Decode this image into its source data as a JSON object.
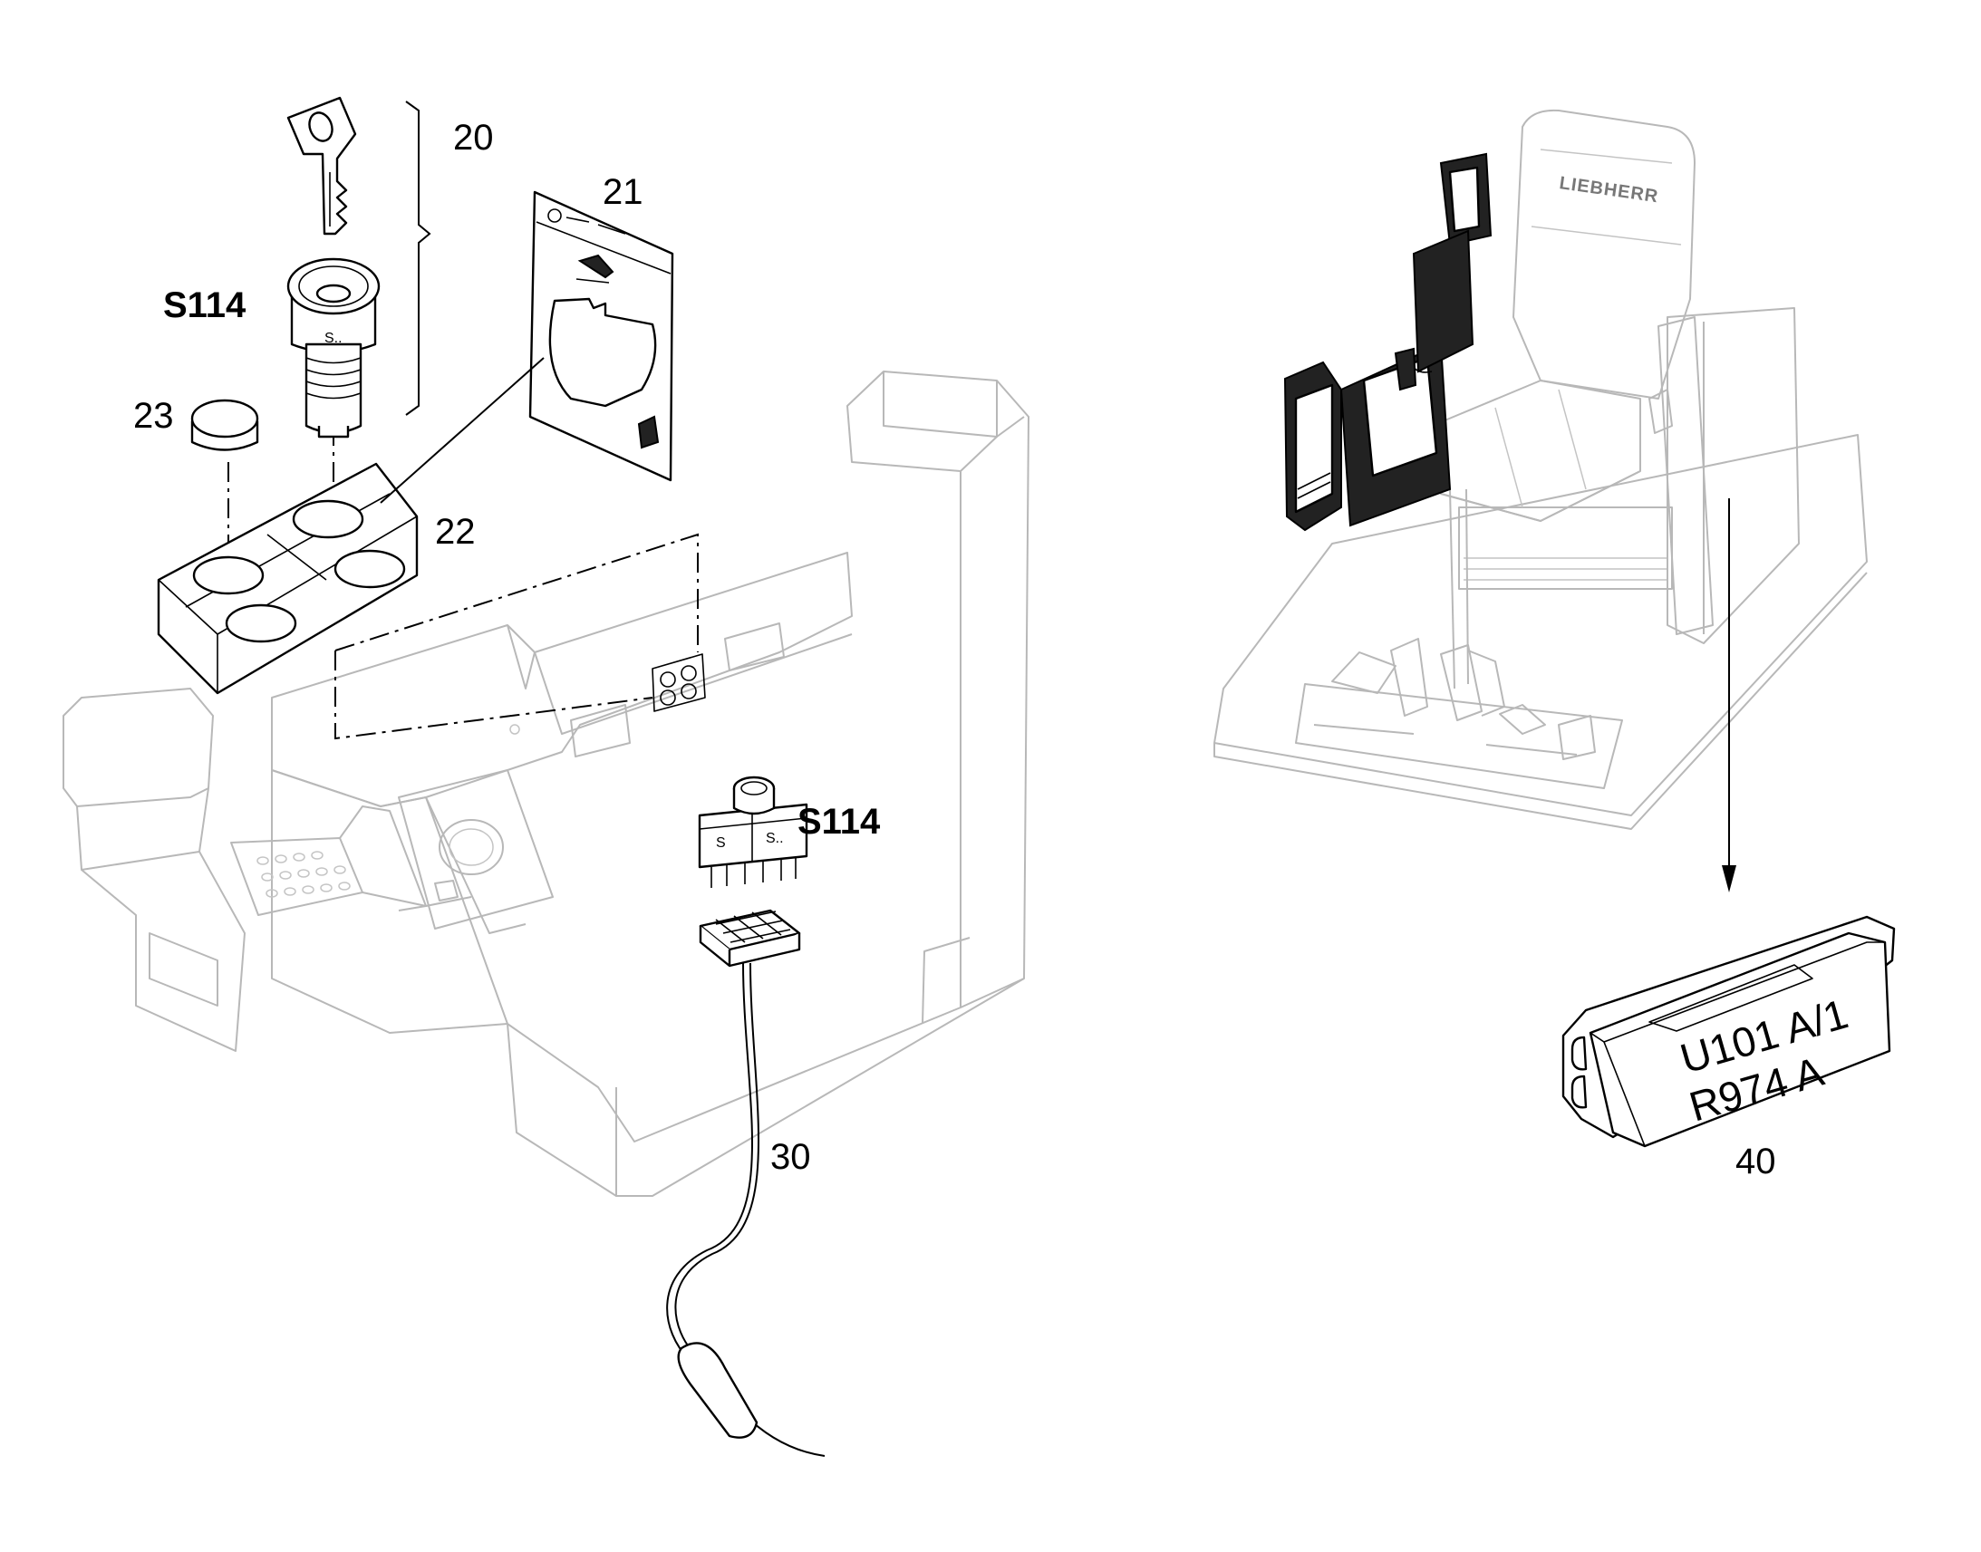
{
  "callouts": {
    "c20": "20",
    "c21": "21",
    "c22": "22",
    "c23": "23",
    "c30": "30",
    "c40": "40",
    "s114_top": "S114",
    "s114_mid": "S114"
  },
  "key_cylinder_mark": "S..",
  "switch_marks": {
    "left": "S",
    "right": "S.."
  },
  "seat_brand": "LIEBHERR",
  "control_box_label": {
    "line1": "U101  A/1",
    "line2": "R974  A"
  }
}
